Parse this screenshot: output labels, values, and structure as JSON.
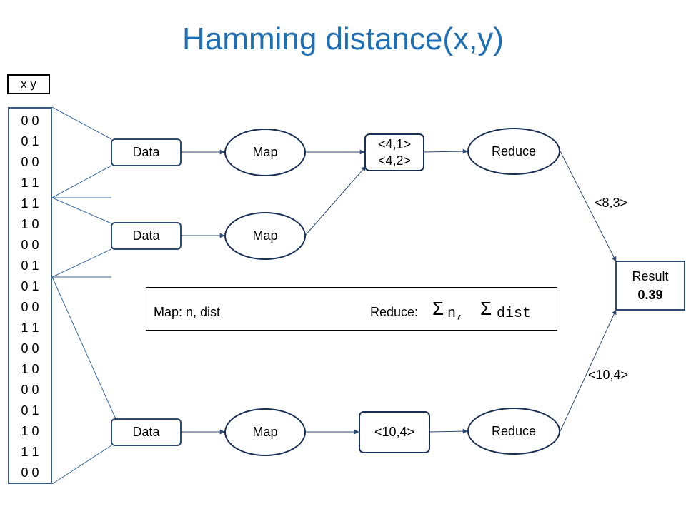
{
  "title": "Hamming distance(x,y)",
  "xy_header": "x y",
  "rows": [
    "0 0",
    "0 1",
    "0 0",
    "1 1",
    "1 1",
    "1 0",
    "0 0",
    "0 1",
    "0 1",
    "0 0",
    "1 1",
    "0 0",
    "1 0",
    "0 0",
    "0 1",
    "1 0",
    "1 1",
    "0 0"
  ],
  "data_label": "Data",
  "map_label": "Map",
  "reduce_label": "Reduce",
  "kv_top": [
    "<4,1>",
    "<4,2>"
  ],
  "kv_bottom": "<10,4>",
  "edge_top": "<8,3>",
  "edge_bottom": "<10,4>",
  "result": {
    "label": "Result",
    "value": "0.39"
  },
  "legend": {
    "map_text": "Map:  n, dist",
    "reduce_text": "Reduce:",
    "sigma": "Σ",
    "sum1": "n,",
    "sum2": "dist"
  }
}
